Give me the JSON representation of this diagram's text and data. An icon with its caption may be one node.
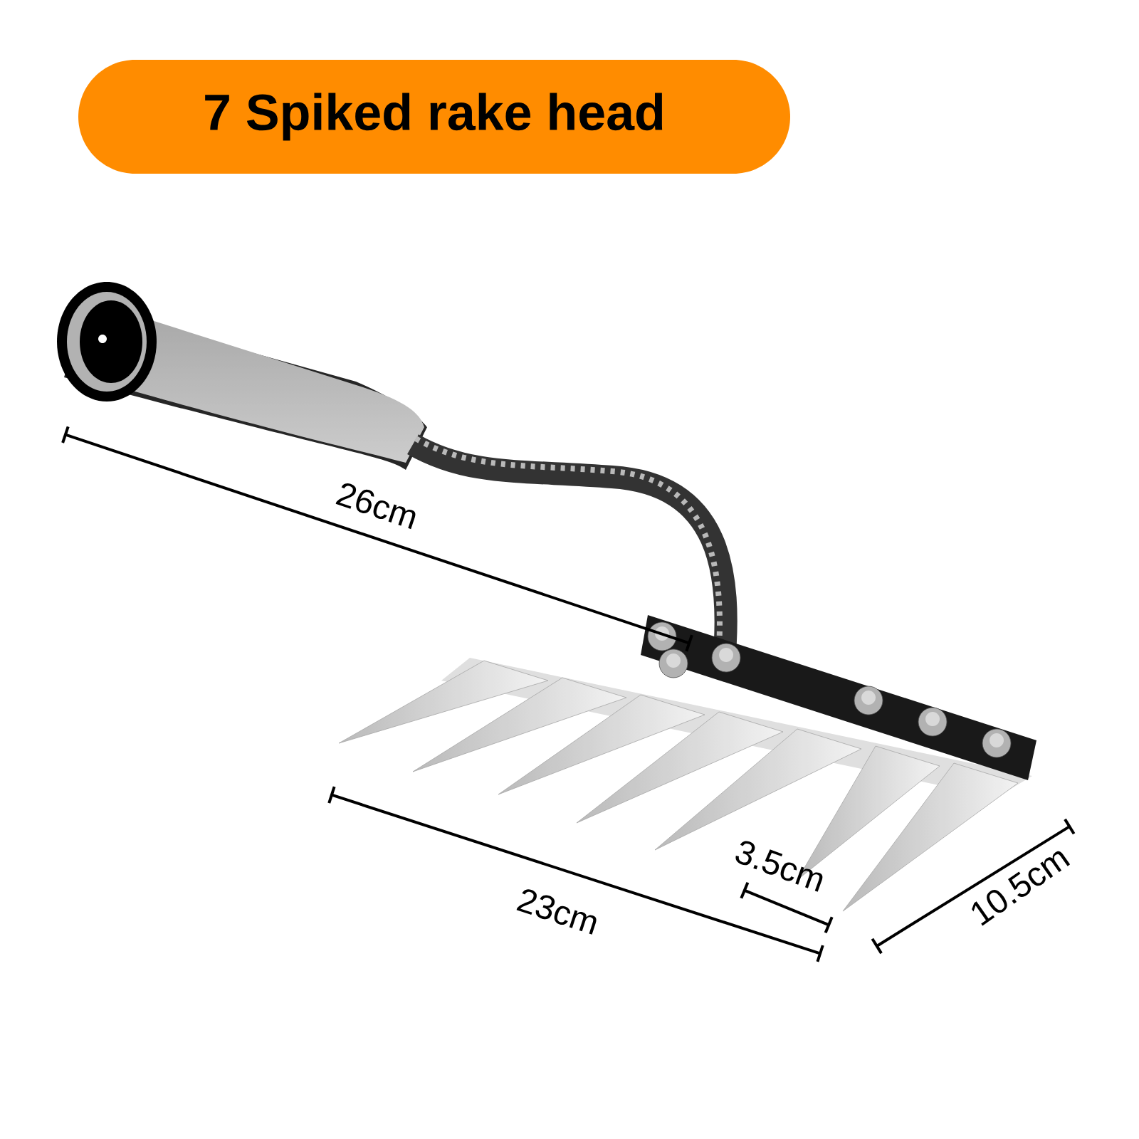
{
  "diagram": {
    "title": "7 Spiked rake head",
    "labels": [
      "26cm",
      "3.5cm",
      "23cm",
      "10.5cm"
    ]
  }
}
